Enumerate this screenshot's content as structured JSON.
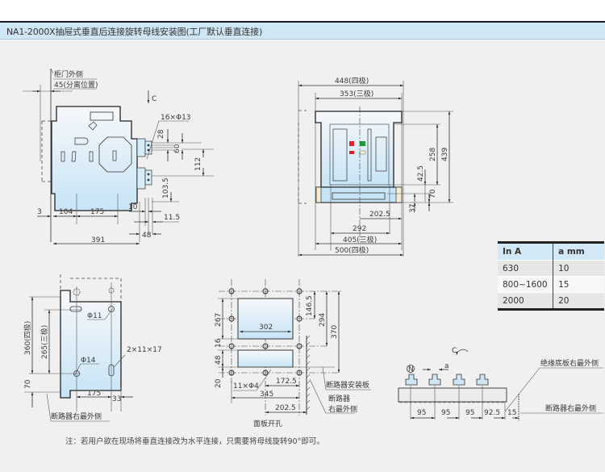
{
  "header": {
    "title": "NA1-2000X抽屉式垂直后连接旋转母线安装图(工厂默认垂直连接)"
  },
  "side_view": {
    "labels": {
      "door_outside": "柜门外侧",
      "separate_position": "45(分离位置)",
      "view_c": "C",
      "holes": "16×Φ13"
    },
    "dims": {
      "d28": "28",
      "d60": "60",
      "d112": "112",
      "d103_5": "103.5",
      "d3": "3",
      "d104": "104",
      "d175": "175",
      "d10": "10",
      "d11_5": "11.5",
      "d48": "48",
      "d391": "391"
    }
  },
  "front_view": {
    "dims": {
      "w448": "448(四极)",
      "w353": "353(三极)",
      "h439": "439",
      "h258": "258",
      "h42_5": "42.5",
      "h70": "70",
      "h37": "37",
      "w202_5": "202.5",
      "w292": "292",
      "w405": "405(三极)",
      "w500": "500(四极)"
    },
    "colors": {
      "red": "#e0202a",
      "green": "#1a9a3a",
      "cream": "#f3ecd2"
    }
  },
  "rating_table": {
    "headers": [
      "In A",
      "a mm"
    ],
    "rows": [
      [
        "630",
        "10"
      ],
      [
        "800~1600",
        "15"
      ],
      [
        "2000",
        "20"
      ]
    ]
  },
  "mount_view": {
    "dims": {
      "h360": "360(四极)",
      "h265": "265(三极)",
      "h70": "70",
      "phi11": "Φ11",
      "phi14": "Φ14",
      "slot": "2×11×17",
      "w175": "175",
      "w33": "33"
    },
    "label": "断路器右最外侧"
  },
  "panel_cutout": {
    "dims": {
      "h267": "267",
      "h16": "16",
      "h48": "48",
      "h20": "20",
      "h146_5": "146.5",
      "h294": "294",
      "h370": "370",
      "w302": "302",
      "w172_5": "172.5",
      "w345": "345",
      "w202_5": "202.5",
      "holes": "11×Φ4"
    },
    "labels": {
      "mount_plate": "断路器安装板",
      "breaker_right_1": "断路器",
      "breaker_right_2": "右最外侧",
      "caption": "面板开孔"
    }
  },
  "busbar_view": {
    "labels": {
      "neutral": "N",
      "a": "a",
      "view_c": "C",
      "insulation_right": "绝缘底板右最外侧",
      "breaker_right": "断路器右最外侧"
    },
    "dims": [
      "95",
      "95",
      "95",
      "92.5",
      "15"
    ]
  },
  "note": "注：若用户欲在现场将垂直连接改为水平连接，只需要将母线旋转90°即可。"
}
